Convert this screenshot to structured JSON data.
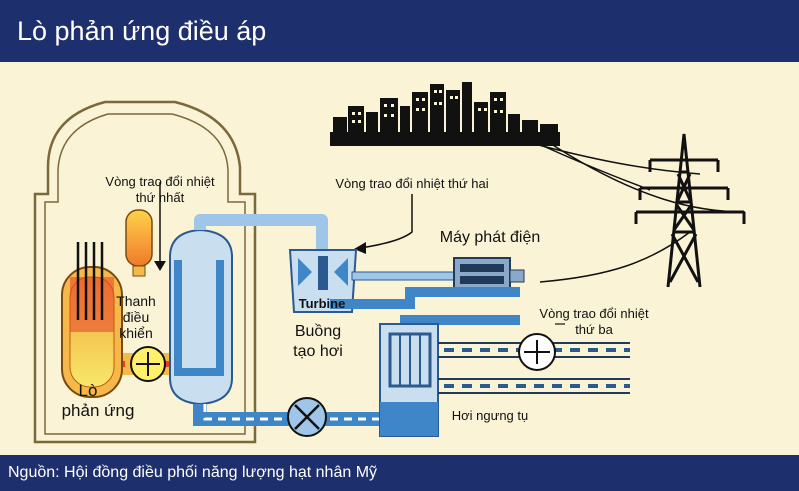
{
  "header": {
    "title": "Lò phản ứng điều áp"
  },
  "labels": {
    "primary_loop_1": "Vòng trao đổi nhiệt",
    "primary_loop_2": "thứ nhất",
    "control_rods_1": "Thanh",
    "control_rods_2": "điều",
    "control_rods_3": "khiển",
    "reactor_1": "Lò",
    "reactor_2": "phản ứng",
    "secondary_loop": "Vòng trao đổi nhiệt thứ hai",
    "generator": "Máy phát điện",
    "turbine": "Turbine",
    "steam_gen_1": "Buồng",
    "steam_gen_2": "tạo hơi",
    "tertiary_loop_1": "Vòng trao đổi nhiệt",
    "tertiary_loop_2": "thứ ba",
    "condenser": "Hơi ngưng tụ"
  },
  "footer": {
    "source": "Nguồn: Hội đồng điều phối năng lượng hạt nhân Mỹ"
  },
  "colors": {
    "header_bg": "#1e2f6e",
    "background": "#fbf3d6",
    "hot_loop": "#e8412a",
    "water": "#3f86c8",
    "steam": "#c9dff0"
  }
}
